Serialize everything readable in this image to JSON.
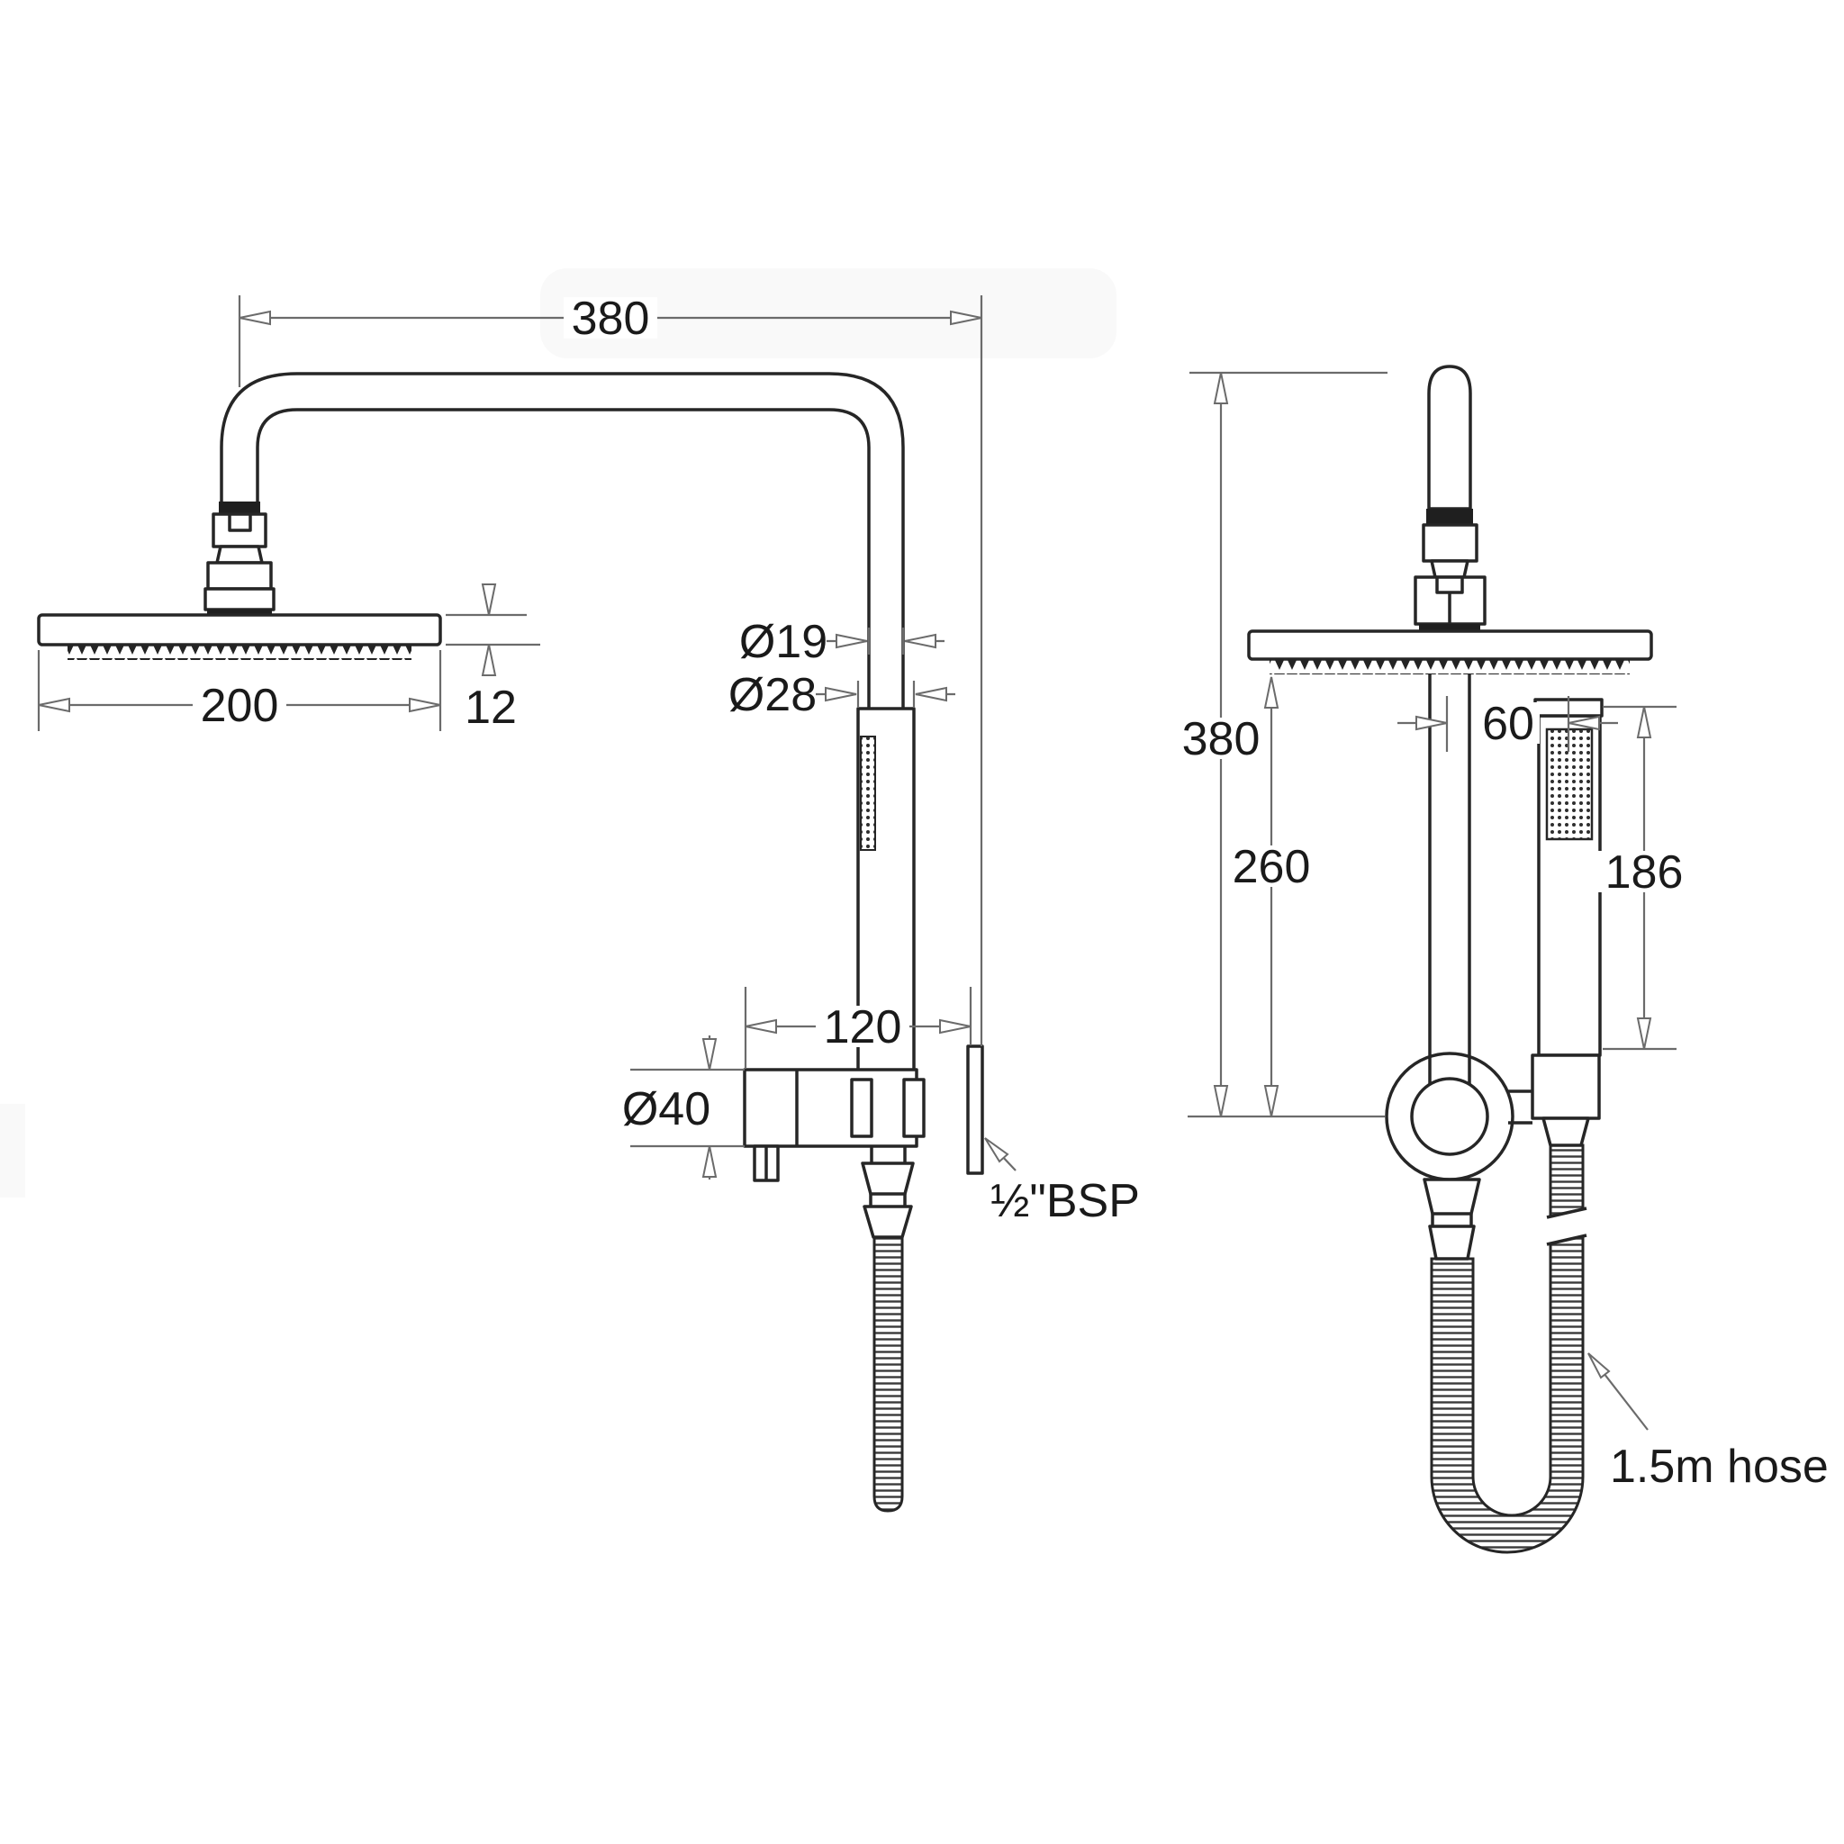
{
  "page": {
    "background": "#ffffff"
  },
  "drawing": {
    "type": "technical-dimension-drawing",
    "subject": "wall-mounted shower column with overhead rain head, hand shower and flexible hose",
    "views": [
      "side elevation",
      "front elevation"
    ],
    "units": "mm"
  },
  "labels": {
    "side": {
      "arm_length": "380",
      "head_diameter": "200",
      "head_thickness": "12",
      "riser_diameter": "Ø19",
      "handset_diameter": "Ø28",
      "wall_offset": "120",
      "valve_diameter": "Ø40",
      "inlet_connection": "½\"BSP"
    },
    "front": {
      "overall_height": "380",
      "head_to_valve": "260",
      "centre_spacing": "60",
      "handset_length": "186",
      "hose": "1.5m hose"
    }
  },
  "colors": {
    "outline": "#262626",
    "dimension_lines": "#6b6b6b",
    "text": "#1a1a1a",
    "paper": "#ffffff"
  }
}
